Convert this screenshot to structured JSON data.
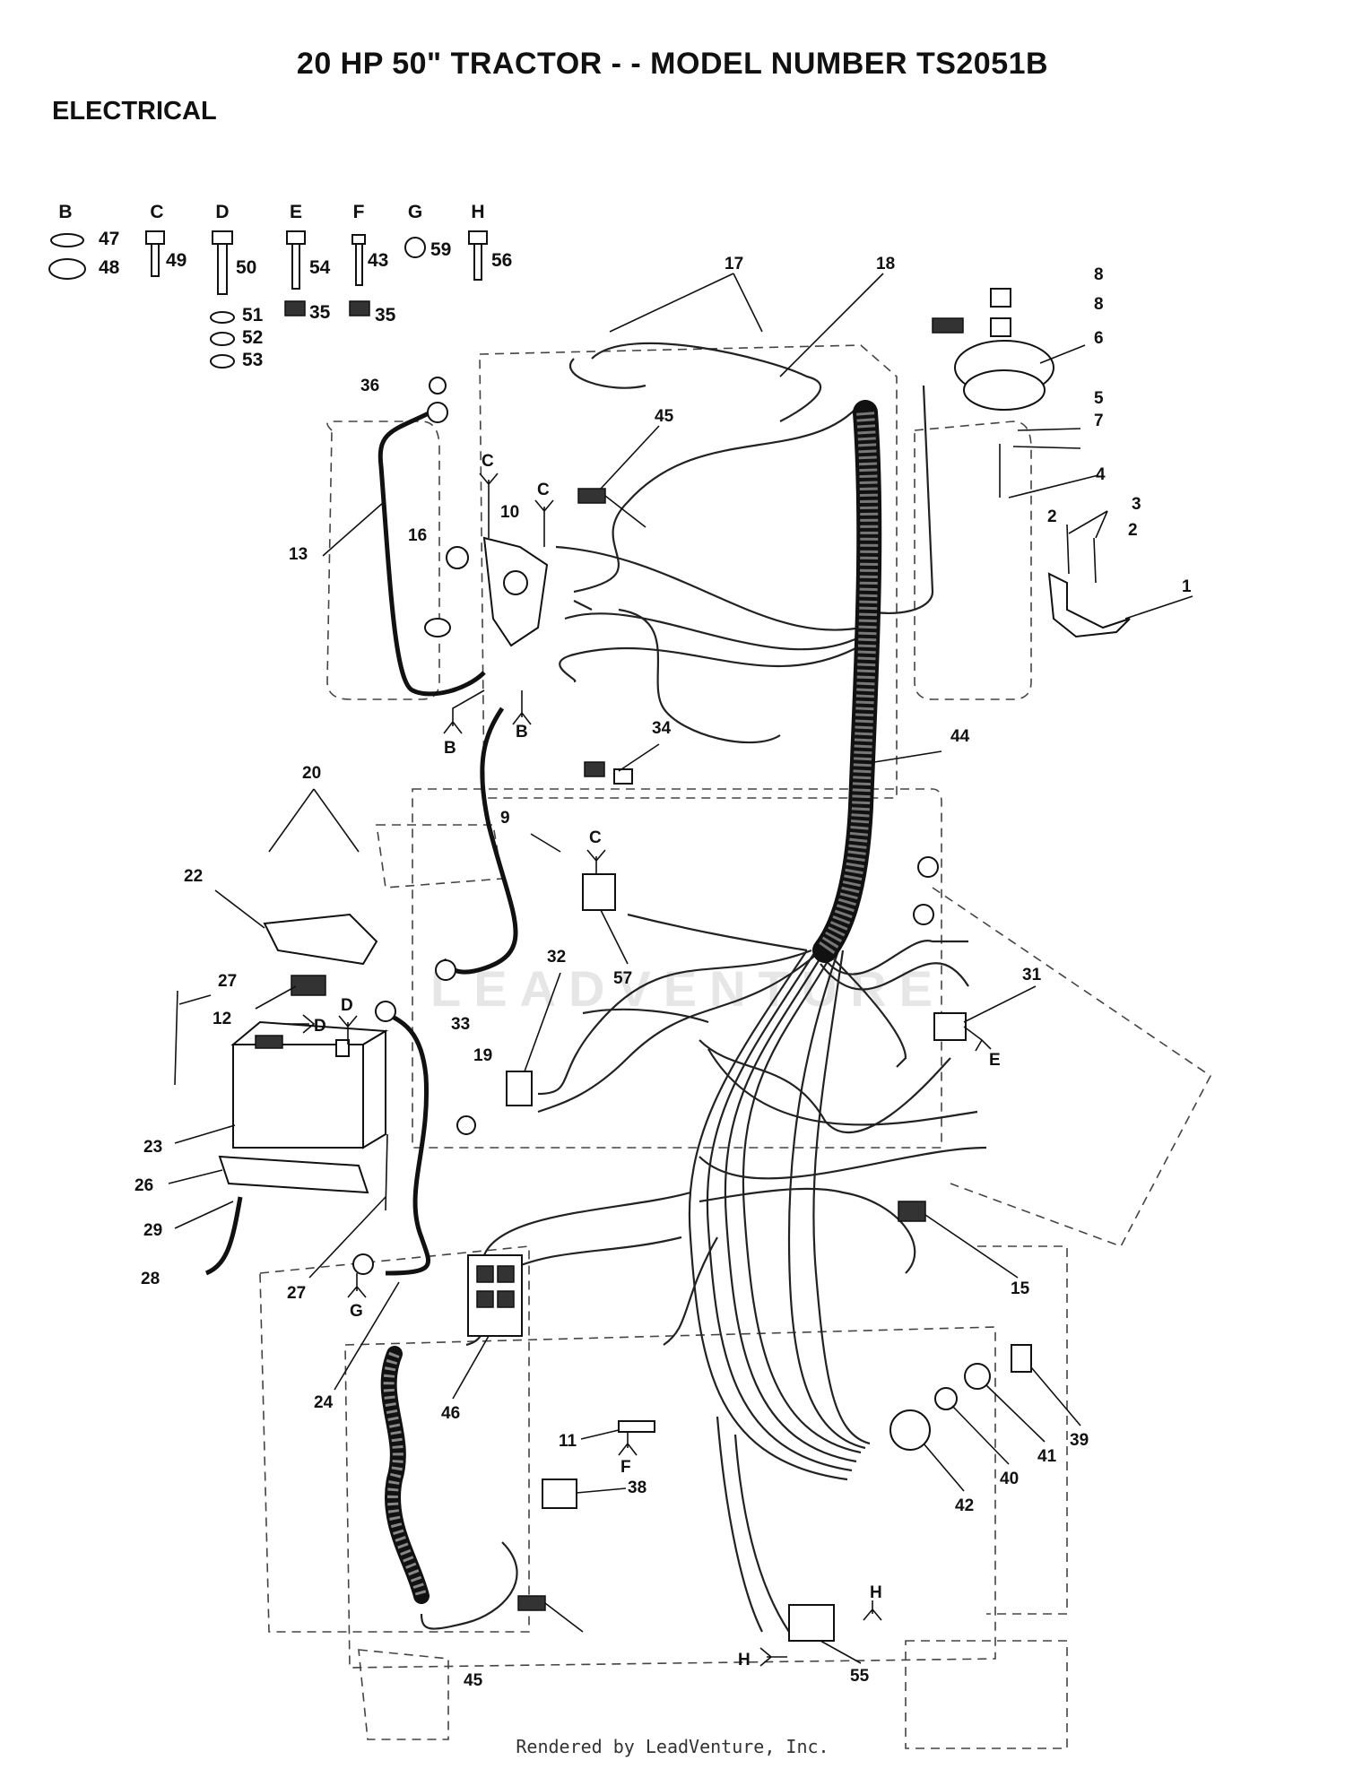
{
  "title": "20 HP 50\" TRACTOR - - MODEL NUMBER TS2051B",
  "section": "ELECTRICAL",
  "footer": "Rendered by LeadVenture, Inc.",
  "watermark": "LEADVENTURE",
  "hardware_groups": [
    {
      "letter": "B",
      "parts": [
        "47",
        "48"
      ]
    },
    {
      "letter": "C",
      "parts": [
        "49"
      ]
    },
    {
      "letter": "D",
      "parts": [
        "50",
        "51",
        "52",
        "53"
      ]
    },
    {
      "letter": "E",
      "parts": [
        "54",
        "35"
      ]
    },
    {
      "letter": "F",
      "parts": [
        "43",
        "35"
      ]
    },
    {
      "letter": "G",
      "parts": [
        "59"
      ]
    },
    {
      "letter": "H",
      "parts": [
        "56"
      ]
    }
  ],
  "callouts": [
    {
      "id": "p17",
      "num": "17"
    },
    {
      "id": "p18",
      "num": "18"
    },
    {
      "id": "p8a",
      "num": "8"
    },
    {
      "id": "p8b",
      "num": "8"
    },
    {
      "id": "p6",
      "num": "6"
    },
    {
      "id": "p5",
      "num": "5"
    },
    {
      "id": "p7",
      "num": "7"
    },
    {
      "id": "p4",
      "num": "4"
    },
    {
      "id": "p3",
      "num": "3"
    },
    {
      "id": "p2a",
      "num": "2"
    },
    {
      "id": "p2b",
      "num": "2"
    },
    {
      "id": "p1",
      "num": "1"
    },
    {
      "id": "p36",
      "num": "36"
    },
    {
      "id": "p45a",
      "num": "45"
    },
    {
      "id": "p13",
      "num": "13"
    },
    {
      "id": "p16",
      "num": "16"
    },
    {
      "id": "p10",
      "num": "10"
    },
    {
      "id": "p34",
      "num": "34"
    },
    {
      "id": "p44",
      "num": "44"
    },
    {
      "id": "p20",
      "num": "20"
    },
    {
      "id": "p9",
      "num": "9"
    },
    {
      "id": "p22",
      "num": "22"
    },
    {
      "id": "p57",
      "num": "57"
    },
    {
      "id": "p32",
      "num": "32"
    },
    {
      "id": "p31",
      "num": "31"
    },
    {
      "id": "p27a",
      "num": "27"
    },
    {
      "id": "p12",
      "num": "12"
    },
    {
      "id": "p33",
      "num": "33"
    },
    {
      "id": "p19",
      "num": "19"
    },
    {
      "id": "p23",
      "num": "23"
    },
    {
      "id": "p26",
      "num": "26"
    },
    {
      "id": "p29",
      "num": "29"
    },
    {
      "id": "p28",
      "num": "28"
    },
    {
      "id": "p27b",
      "num": "27"
    },
    {
      "id": "p15",
      "num": "15"
    },
    {
      "id": "p24",
      "num": "24"
    },
    {
      "id": "p46",
      "num": "46"
    },
    {
      "id": "p39",
      "num": "39"
    },
    {
      "id": "p41",
      "num": "41"
    },
    {
      "id": "p40",
      "num": "40"
    },
    {
      "id": "p42",
      "num": "42"
    },
    {
      "id": "p11",
      "num": "11"
    },
    {
      "id": "p38",
      "num": "38"
    },
    {
      "id": "p45b",
      "num": "45"
    },
    {
      "id": "p55",
      "num": "55"
    }
  ],
  "ref_tags": {
    "c1": "C",
    "c2": "C",
    "c3": "C",
    "b1": "B",
    "b2": "B",
    "d1": "D",
    "d2": "D",
    "e1": "E",
    "f1": "F",
    "g1": "G",
    "h1": "H",
    "h2": "H"
  }
}
